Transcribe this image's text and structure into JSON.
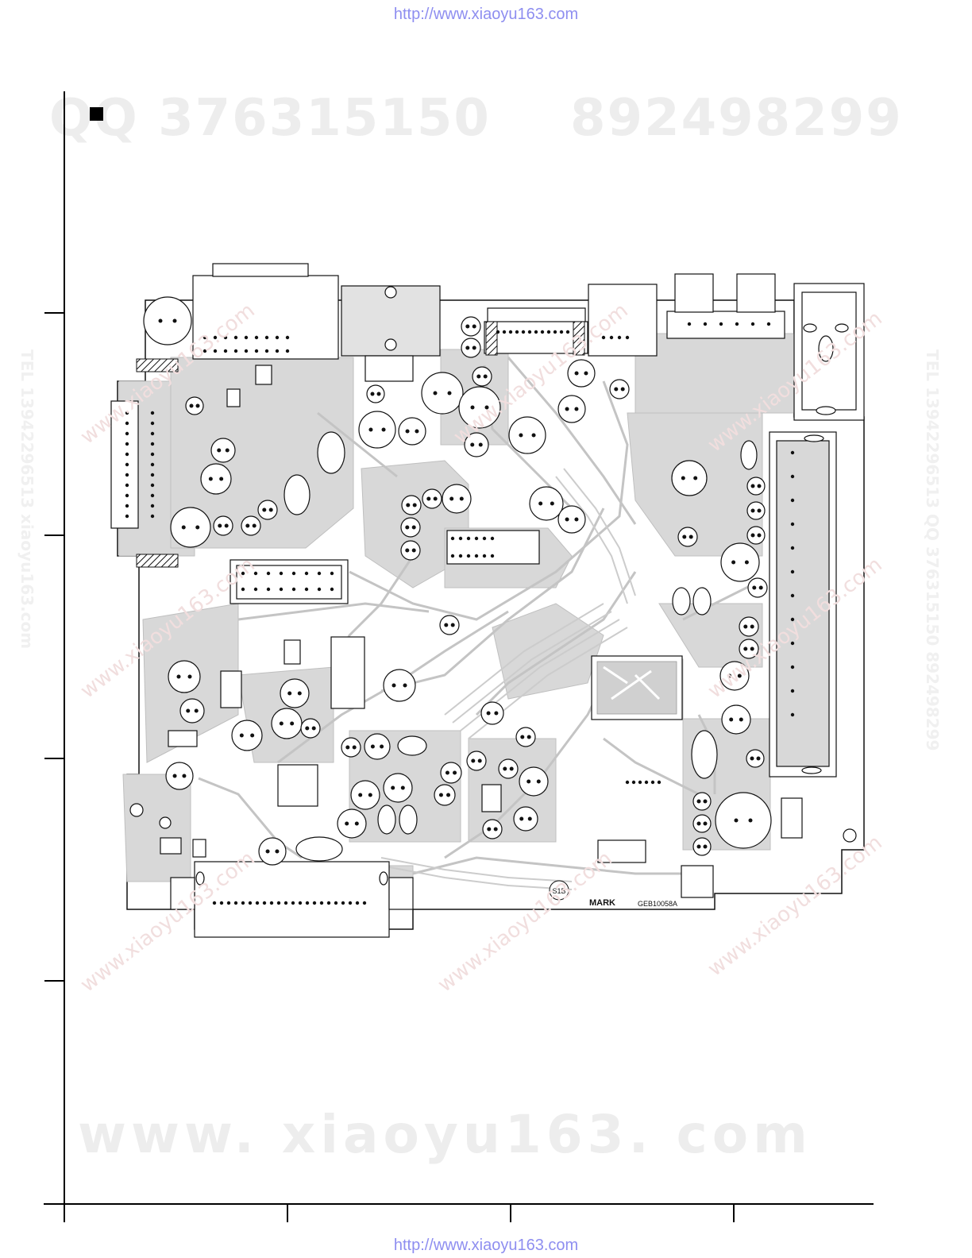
{
  "header": {
    "url": "http://www.xiaoyu163.com"
  },
  "footer": {
    "url": "http://www.xiaoyu163.com"
  },
  "watermarks": {
    "qq_left": "QQ 376315150",
    "qq_right": "892498299",
    "site": "www. xiaoyu163. com",
    "side_left": "TEL 13942296513 xiaoyu163.com",
    "side_right": "TEL 13942296513 QQ 376315150 892498299",
    "diagonal_site": "www.xiaoyu163.com"
  },
  "board": {
    "ref_label": "S1B",
    "mark_label": "MARK",
    "part_number": "GEB10058A"
  },
  "colors": {
    "copper": "#d9d9d9",
    "ink": "#111111",
    "link": "#8e8ef0"
  }
}
